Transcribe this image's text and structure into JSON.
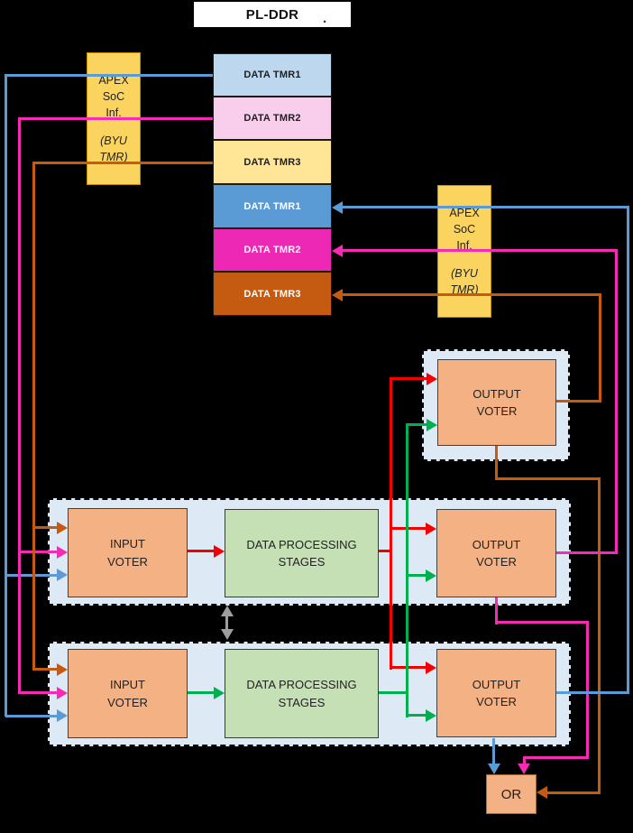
{
  "title": {
    "text": "PL-DDR",
    "suffix": "."
  },
  "pl_ddr": {
    "banks": [
      {
        "label": "DATA TMR1",
        "fill": "#BDD7EE"
      },
      {
        "label": "DATA TMR2",
        "fill": "#F8CEEC"
      },
      {
        "label": "DATA TMR3",
        "fill": "#FFE596"
      },
      {
        "label": "DATA TMR1",
        "fill": "#5B9BD5"
      },
      {
        "label": "DATA TMR2",
        "fill": "#ED28B4"
      },
      {
        "label": "DATA TMR3",
        "fill": "#C55A11"
      }
    ]
  },
  "apex_left": {
    "l1": "APEX",
    "l2": "SoC",
    "l3": "Inf.",
    "l4": "(BYU",
    "l5": "TMR)"
  },
  "apex_right": {
    "l1": "APEX",
    "l2": "SoC",
    "l3": "Inf.",
    "l4": "(BYU",
    "l5": "TMR)"
  },
  "standby": {
    "output_voter": "OUTPUT VOTER"
  },
  "copy1": {
    "input_voter": "INPUT VOTER",
    "dps": "DATA PROCESSING STAGES",
    "output_voter": "OUTPUT VOTER"
  },
  "copy2": {
    "input_voter": "INPUT VOTER",
    "dps": "DATA PROCESSING STAGES",
    "output_voter": "OUTPUT VOTER"
  },
  "or_gate": {
    "label": "OR"
  },
  "colors": {
    "read_write_blue": "#5B9BD5",
    "read_write_pink": "#F72AB5",
    "read_write_orange": "#C55A11",
    "tmr_copy1_red": "#F40000",
    "tmr_copy2_green": "#00B050",
    "sync_gray": "#9E9E9E",
    "apex_fill": "#FAD45E",
    "apex_border": "#BF9000",
    "voter_fill": "#F4B183",
    "dps_fill": "#C5E0B4",
    "container_fill": "#DDE9F5",
    "or_fill": "#F4B183"
  }
}
